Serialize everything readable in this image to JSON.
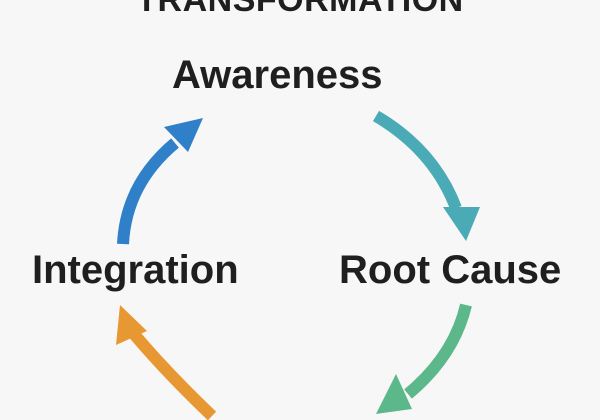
{
  "diagram": {
    "title": "TRANSFORMATION",
    "nodes": [
      {
        "id": "awareness",
        "label": "Awareness"
      },
      {
        "id": "root-cause",
        "label": "Root Cause"
      },
      {
        "id": "integration",
        "label": "Integration"
      }
    ],
    "arrows": [
      {
        "from": "awareness",
        "to": "root-cause",
        "color": "#4aaab6"
      },
      {
        "from": "root-cause",
        "to": "bottom",
        "color": "#5cb88a"
      },
      {
        "from": "bottom",
        "to": "integration",
        "color": "#e89832"
      },
      {
        "from": "integration",
        "to": "awareness",
        "color": "#2f80c8"
      }
    ]
  }
}
